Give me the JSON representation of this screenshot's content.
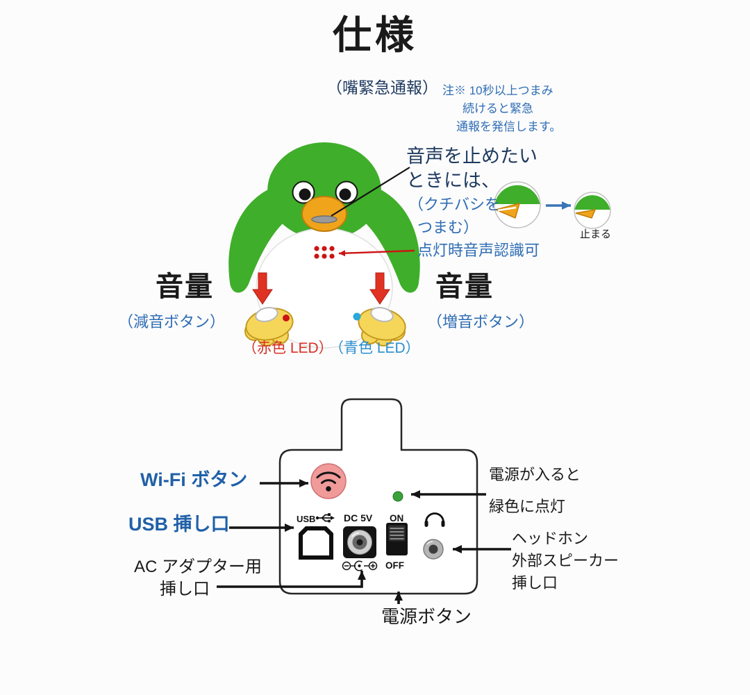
{
  "page": {
    "title": "仕様"
  },
  "top": {
    "beak_alert": "（嘴緊急通報）",
    "note_lines": [
      "注※ 10秒以上つまみ",
      "続けると緊急",
      "通報を発信します。"
    ],
    "stop_voice_lines": [
      "音声を止めたい",
      "ときには、"
    ],
    "pinch_lines": [
      "（クチバシを",
      "つまむ）"
    ],
    "voice_recognition": "点灯時音声認識可",
    "volume_left": "音量",
    "volume_right": "音量",
    "volume_down": "（減音ボタン）",
    "volume_up": "（増音ボタン）",
    "red_led": "（赤色 LED）",
    "blue_led": "（青色 LED）",
    "stop": "止まる"
  },
  "bottom": {
    "wifi_button": "Wi-Fi ボタン",
    "usb_port": "USB 挿し口",
    "ac_adapter_lines": [
      "AC アダプター用",
      "挿し口"
    ],
    "power_button": "電源ボタン",
    "power_led_lines": [
      "電源が入ると",
      "緑色に点灯"
    ],
    "headphone_lines": [
      "ヘッドホン",
      "外部スピーカー",
      "挿し口"
    ],
    "panel_labels": {
      "usb": "USB",
      "dc": "DC 5V",
      "on": "ON",
      "off": "OFF"
    }
  },
  "colors": {
    "black_text": "#1a1a1a",
    "navy_text": "#1e3a5f",
    "blue_text": "#2f6db5",
    "link_blue": "#2060a8",
    "red_text": "#d83025",
    "light_blue_text": "#2a8fd0",
    "penguin_green": "#3fae2a",
    "beak_orange": "#f0a41c",
    "foot_yellow": "#f6d659",
    "wifi_pink": "#f09a9a",
    "led_green": "#3aa23a",
    "led_red": "#cc1414",
    "led_blue": "#29a8dc"
  }
}
